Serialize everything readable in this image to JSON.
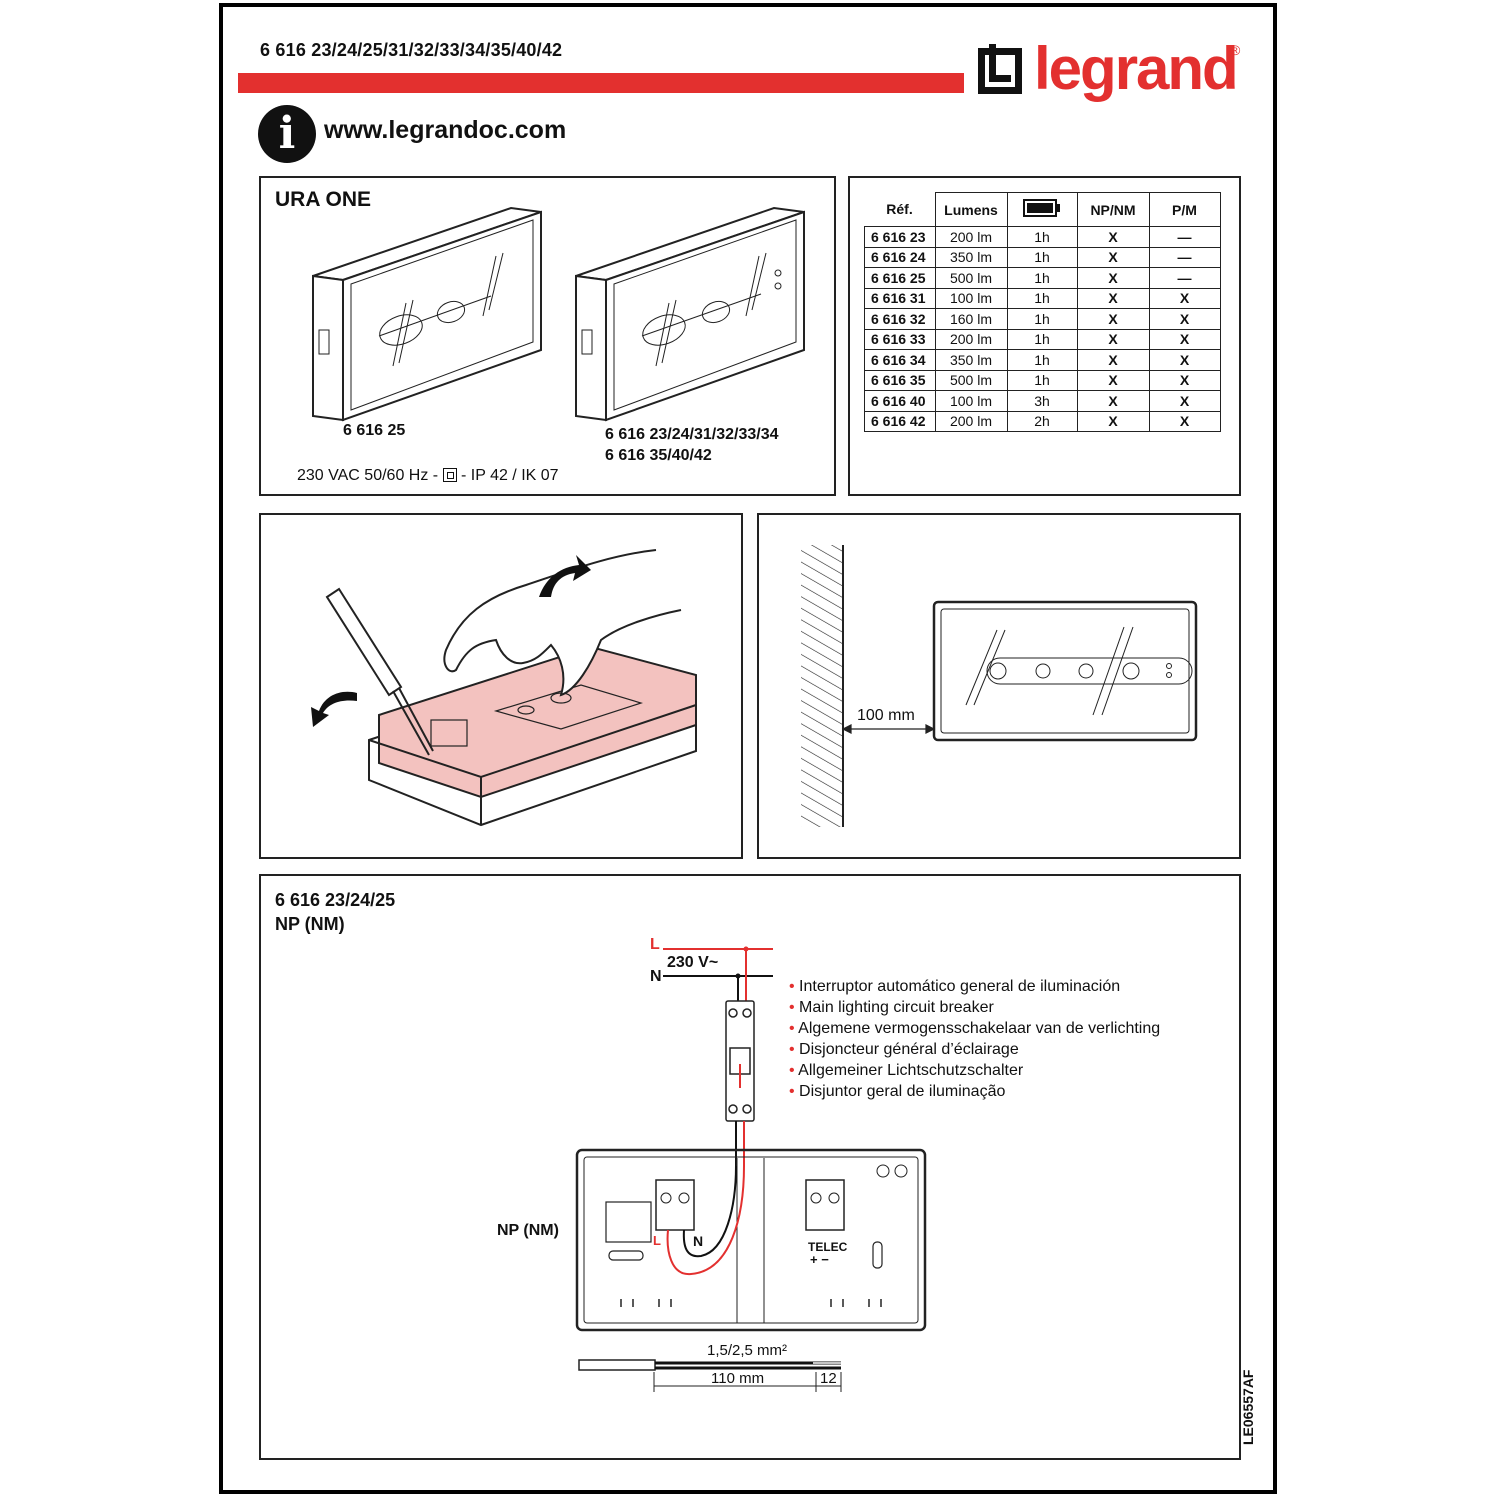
{
  "header": {
    "ref_title": "6 616 23/24/25/31/32/33/34/35/40/42",
    "brand": "legrand",
    "brand_reg": "®"
  },
  "info": {
    "url": "www.legrandoc.com"
  },
  "product": {
    "title": "URA ONE",
    "left_ref": "6 616 25",
    "right_ref_1": "6 616 23/24/31/32/33/34",
    "right_ref_2": "6 616 35/40/42",
    "spec_a": "230 VAC 50/60 Hz -",
    "spec_b": "- IP 42 / IK 07"
  },
  "table": {
    "headers": [
      "Réf.",
      "Lumens",
      "NP/NM",
      "P/M"
    ],
    "battery_icon": "battery-icon",
    "rows": [
      [
        "6 616 23",
        "200 lm",
        "1h",
        "X",
        "—"
      ],
      [
        "6 616 24",
        "350 lm",
        "1h",
        "X",
        "—"
      ],
      [
        "6 616 25",
        "500 lm",
        "1h",
        "X",
        "—"
      ],
      [
        "6 616 31",
        "100 lm",
        "1h",
        "X",
        "X"
      ],
      [
        "6 616 32",
        "160 lm",
        "1h",
        "X",
        "X"
      ],
      [
        "6 616 33",
        "200 lm",
        "1h",
        "X",
        "X"
      ],
      [
        "6 616 34",
        "350 lm",
        "1h",
        "X",
        "X"
      ],
      [
        "6 616 35",
        "500 lm",
        "1h",
        "X",
        "X"
      ],
      [
        "6 616 40",
        "100 lm",
        "3h",
        "X",
        "X"
      ],
      [
        "6 616 42",
        "200 lm",
        "2h",
        "X",
        "X"
      ]
    ]
  },
  "mounting": {
    "distance": "100 mm"
  },
  "wiring": {
    "title_1": "6 616 23/24/25",
    "title_2": "NP (NM)",
    "voltage": "230 V~",
    "L": "L",
    "N": "N",
    "breaker_labels": [
      "Interruptor automático general de iluminación",
      "Main lighting circuit breaker",
      "Algemene vermogensschakelaar van de verlichting",
      "Disjoncteur général d’éclairage",
      "Allgemeiner Lichtschutzschalter",
      "Disjuntor geral de iluminação"
    ],
    "device_label": "NP (NM)",
    "telec": "TELEC",
    "telec_polarity": "+  −",
    "cable_section": "1,5/2,5 mm²",
    "strip_length": "110 mm",
    "strip_end": "12"
  },
  "doc_code": "LE06557AF",
  "colors": {
    "accent": "#e3302f",
    "highlight": "#f3c2bf"
  }
}
